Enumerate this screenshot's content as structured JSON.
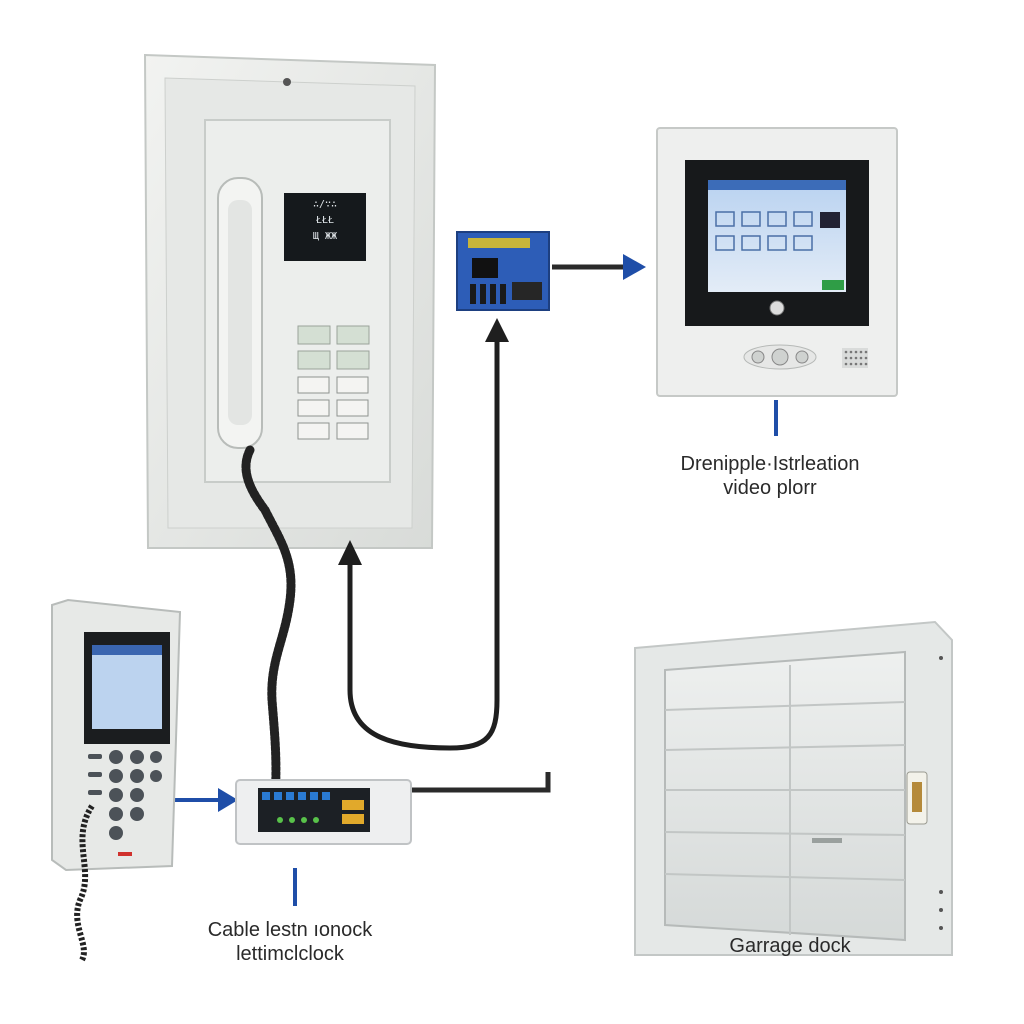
{
  "labels": {
    "monitor": [
      "Drenipple·Istrleation",
      "video plorr"
    ],
    "cable": [
      "Cable lestn ıonock",
      "lettimclclock"
    ],
    "garage": "Garrage dock"
  },
  "intercom_display": [
    "∴/∵∴",
    "ŁŁŁ",
    "Щ ЖЖ"
  ],
  "colors": {
    "accent_blue": "#1f4ea8",
    "line_dark": "#2a2a2a",
    "panel_white": "#e9ebe9",
    "screen_blue": "#c9dbf2"
  },
  "icons": [
    "wall-intercom-handset",
    "relay-module",
    "video-monitor",
    "handheld-keypad-intercom",
    "junction-terminal-block",
    "garage-door"
  ]
}
